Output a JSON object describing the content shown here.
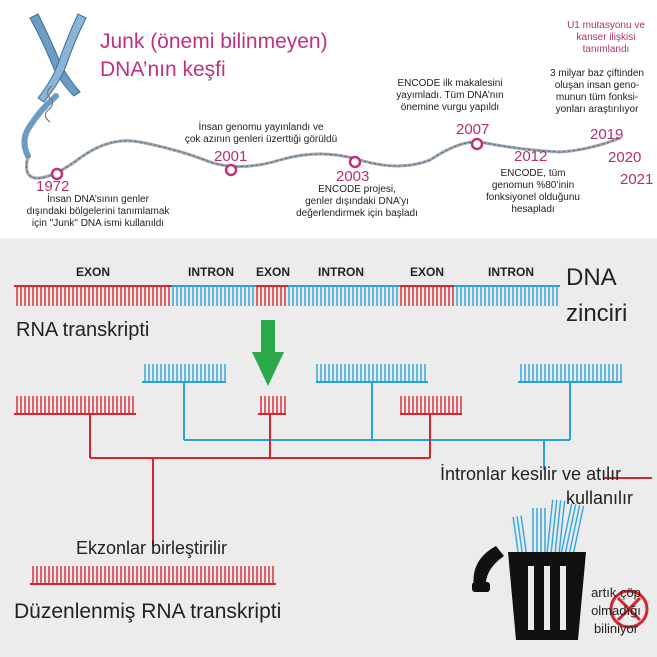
{
  "title_line1": "Junk (önemi bilinmeyen)",
  "title_line2": "DNA’nın keşfi",
  "timeline": [
    {
      "year": "1972",
      "text": [
        "İnsan DNA’sının genler",
        "dışındaki bölgelerini tanımlamak",
        "için \"Junk\" DNA ismi kullanıldı"
      ]
    },
    {
      "year": "2001",
      "text": [
        "İnsan genomu yayınlandı ve",
        "çok azının genleri üzerttiği görüldü"
      ]
    },
    {
      "year": "2003",
      "text": [
        "ENCODE projesi,",
        "genler dışındaki DNA’yı",
        "değerlendirmek için başladı"
      ]
    },
    {
      "year": "2007",
      "text": [
        "ENCODE ilk makalesini",
        "yayımladı. Tüm DNA’nın",
        "önemine vurgu yapıldı"
      ]
    },
    {
      "year": "2012",
      "text": [
        "ENCODE, tüm",
        "genomun %80’inin",
        "fonksiyonel olduğunu",
        "hesapladı"
      ]
    },
    {
      "year": "2019",
      "text": [
        "U1 mutasyonu ve",
        "kanser ilişkisi",
        "tanımlandı"
      ]
    },
    {
      "year": "2020",
      "text": [
        "3 milyar baz çiftinden",
        "oluşan insan geno-",
        "munun tüm fonksi-",
        "yonları araştırılıyor"
      ]
    },
    {
      "year": "2021",
      "text": []
    }
  ],
  "segments": [
    "EXON",
    "INTRON",
    "EXON",
    "INTRON",
    "EXON",
    "INTRON"
  ],
  "dna_label": [
    "DNA",
    "zinciri"
  ],
  "rna_label": "RNA transkripti",
  "introns_cut_prefix": "İntronlar kesilir ve ",
  "introns_cut_struck": "atılır",
  "introns_cut_line2": "kullanılır",
  "exons_joined": "Ekzonlar birleştirilir",
  "edited_rna": "Düzenlenmiş RNA transkripti",
  "trash_note": [
    "artık çöp",
    "olmadığı",
    "biliniyor"
  ],
  "colors": {
    "exon": "#d6252f",
    "intron": "#27a3dc",
    "accent": "#c0307f",
    "arrow": "#2aa84a"
  }
}
